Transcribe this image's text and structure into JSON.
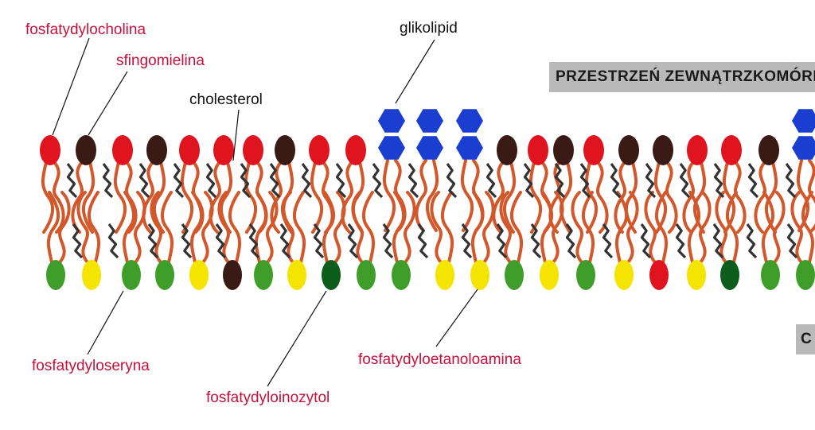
{
  "labels": {
    "phosphatidylcholine": "fosfatydylocholina",
    "sphingomyelin": "sfingomielina",
    "cholesterol": "cholesterol",
    "glycolipid": "glikolipid",
    "phosphatidylserine": "fosfatydyloseryna",
    "phosphatidylinositol": "fosfatydyloinozytol",
    "phosphatidylethanolamine": "fosfatydyloetanoloamina"
  },
  "banners": {
    "extracellular": "PRZESTRZEŃ ZEWNĄTRZKOMÓRKOWA",
    "right_cut": "C"
  },
  "colors": {
    "phosphatidylcholine": "#e0141e",
    "sphingomyelin": "#3a1a14",
    "glycolipid": "#1a3fd0",
    "phosphatidylserine": "#3f9e2a",
    "phosphatidylethanolamine": "#f4e400",
    "phosphatidylinositol": "#0d5d1c",
    "tail": "#d2572a",
    "cholesterol": "#333333",
    "label_red": "#c8103a"
  },
  "outer_leaflet": [
    "PC",
    "SM",
    "PC",
    "SM",
    "PC",
    "PC",
    "PC",
    "SM",
    "PC",
    "PC",
    "GL",
    "GL",
    "GL",
    "SM",
    "PC",
    "SM",
    "PC",
    "SM",
    "SM",
    "PC",
    "PC",
    "SM",
    "GL"
  ],
  "inner_leaflet": [
    "PS",
    "PE",
    "PS",
    "PS",
    "PE",
    "SM",
    "PS",
    "PE",
    "PI",
    "PS",
    "PS",
    "PE",
    "PE",
    "PS",
    "PE",
    "PS",
    "PE",
    "PC",
    "PE",
    "PI",
    "PS",
    "PS"
  ]
}
